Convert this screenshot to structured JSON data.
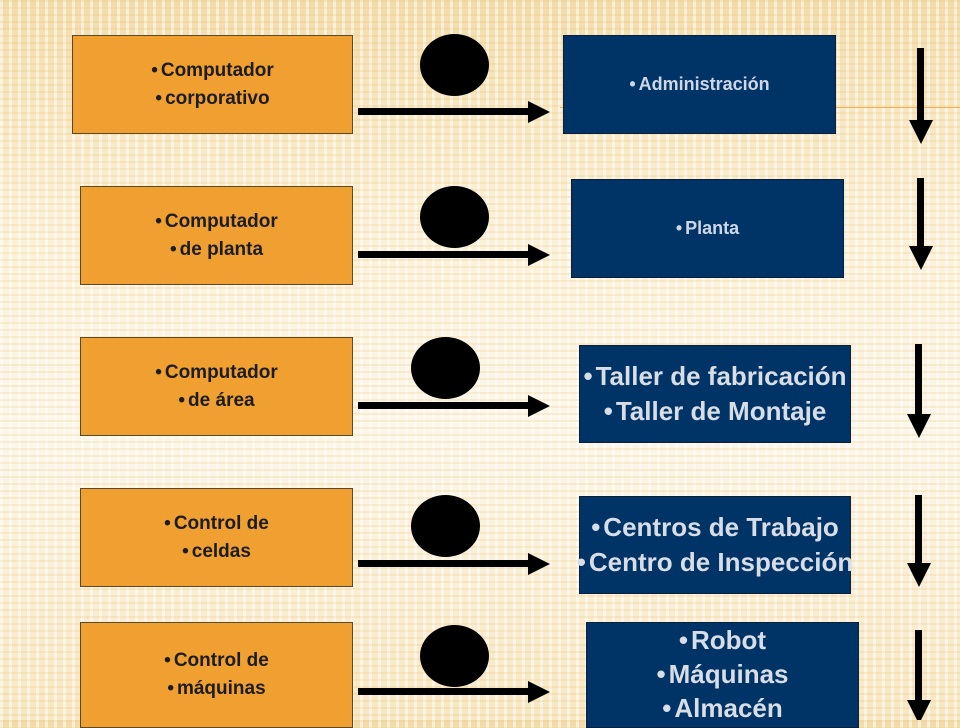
{
  "levels": [
    {
      "left_lines": [
        "Computador",
        "corporativo"
      ],
      "right_lines": [
        "Administración"
      ]
    },
    {
      "left_lines": [
        "Computador",
        "de planta"
      ],
      "right_lines": [
        "Planta"
      ]
    },
    {
      "left_lines": [
        "Computador",
        "de área"
      ],
      "right_lines": [
        "Taller de fabricación",
        "Taller de Montaje"
      ]
    },
    {
      "left_lines": [
        "Control de",
        "celdas"
      ],
      "right_lines": [
        "Centros de Trabajo",
        "Centro de Inspección"
      ]
    },
    {
      "left_lines": [
        "Control de",
        "máquinas"
      ],
      "right_lines": [
        "Robot",
        "Máquinas",
        "Almacén"
      ]
    }
  ],
  "colors": {
    "left_box": "#f0a030",
    "right_box": "#003366",
    "connector": "#000000"
  }
}
